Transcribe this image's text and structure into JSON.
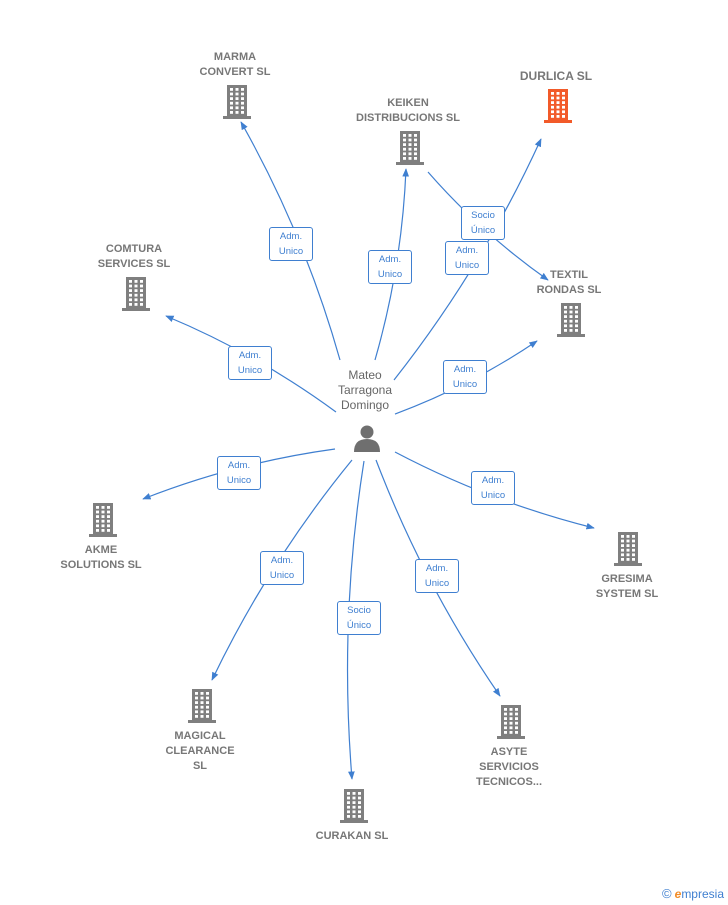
{
  "center": {
    "name_lines": [
      "Mateo",
      "Tarragona",
      "Domingo"
    ],
    "icon": "person-icon"
  },
  "colors": {
    "edge": "#3f7fd0",
    "node": "#7f7f7f",
    "highlight": "#f25a29"
  },
  "nodes": [
    {
      "id": "marma",
      "lines": [
        "MARMA",
        "CONVERT SL"
      ],
      "highlight": false
    },
    {
      "id": "keiken",
      "lines": [
        "KEIKEN",
        "DISTRIBUCIONS SL"
      ],
      "highlight": false
    },
    {
      "id": "durlica",
      "lines": [
        "DURLICA  SL"
      ],
      "highlight": true
    },
    {
      "id": "comtura",
      "lines": [
        "COMTURA",
        "SERVICES  SL"
      ],
      "highlight": false
    },
    {
      "id": "textil",
      "lines": [
        "TEXTIL",
        "RONDAS SL"
      ],
      "highlight": false
    },
    {
      "id": "akme",
      "lines": [
        "AKME",
        "SOLUTIONS SL"
      ],
      "highlight": false
    },
    {
      "id": "gresima",
      "lines": [
        "GRESIMA",
        "SYSTEM  SL"
      ],
      "highlight": false
    },
    {
      "id": "magical",
      "lines": [
        "MAGICAL",
        "CLEARANCE",
        "SL"
      ],
      "highlight": false
    },
    {
      "id": "asyte",
      "lines": [
        "ASYTE",
        "SERVICIOS",
        "TECNICOS..."
      ],
      "highlight": false
    },
    {
      "id": "curakan",
      "lines": [
        "CURAKAN SL"
      ],
      "highlight": false
    }
  ],
  "edges": [
    {
      "target": "marma",
      "label": [
        "Adm.",
        "Unico"
      ]
    },
    {
      "target": "keiken",
      "label": [
        "Adm.",
        "Unico"
      ]
    },
    {
      "target": "durlica",
      "label": [
        "Adm.",
        "Unico"
      ]
    },
    {
      "target": "comtura",
      "label": [
        "Adm.",
        "Unico"
      ]
    },
    {
      "target": "textil",
      "label": [
        "Adm.",
        "Unico"
      ]
    },
    {
      "target": "akme",
      "label": [
        "Adm.",
        "Unico"
      ]
    },
    {
      "target": "gresima",
      "label": [
        "Adm.",
        "Unico"
      ]
    },
    {
      "target": "magical",
      "label": [
        "Adm.",
        "Unico"
      ]
    },
    {
      "target": "asyte",
      "label": [
        "Adm.",
        "Unico"
      ]
    },
    {
      "target": "curakan",
      "label": [
        "Socio",
        "Único"
      ]
    },
    {
      "source": "keiken",
      "target": "textil",
      "label": [
        "Socio",
        "Único"
      ]
    }
  ],
  "brand": {
    "copyright": "©",
    "name_initial": "e",
    "name_rest": "mpresia"
  }
}
